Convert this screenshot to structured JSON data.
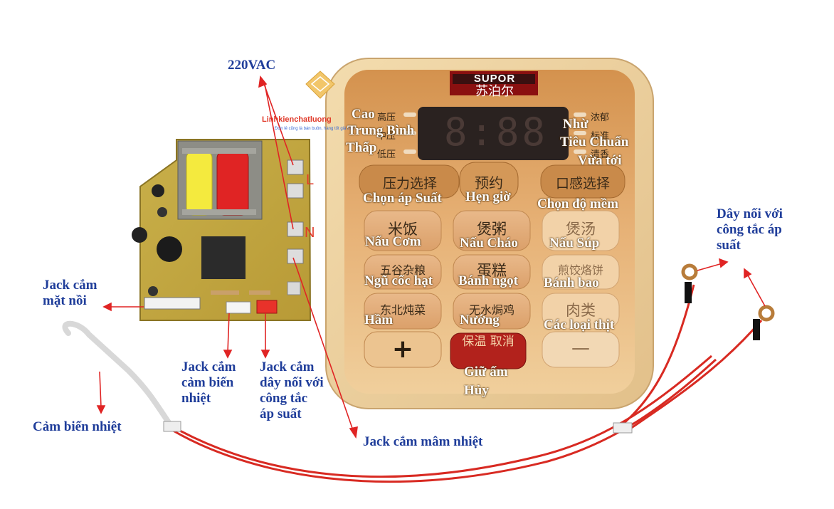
{
  "brand": {
    "logo_latin": "SUPOR",
    "logo_cn": "苏泊尔"
  },
  "watermark": {
    "site": "Linhkienchatluong",
    "tagline": "Đơn lẻ cũng là bán buôn, hàng tốt giá thật"
  },
  "board": {
    "mark_L": "L",
    "mark_N": "N"
  },
  "display": {
    "digits": "8:88"
  },
  "panel_cn": {
    "pressure_high": "高压",
    "pressure_mid": "中压",
    "pressure_low": "低压",
    "taste_thick": "浓郁",
    "taste_standard": "标准",
    "taste_fragrant": "清香",
    "pressure_select": "压力选择",
    "preset": "预约",
    "taste_select": "口感选择",
    "rice": "米饭",
    "porridge": "煲粥",
    "soup": "煲汤",
    "grains": "五谷杂粮",
    "cake": "蛋糕",
    "dumplings": "煎饺烙饼",
    "stew": "东北炖菜",
    "roast": "无水焗鸡",
    "meat": "肉类",
    "plus": "+",
    "keep_warm": "保温 取消",
    "minus": "—"
  },
  "labels": {
    "ac": "220VAC",
    "face_jack": "Jack cắm\nmặt nồi",
    "sensor_jack": "Jack cắm\ncảm biến\nnhiệt",
    "pressure_jack": "Jack cắm\ndây nối với\ncông tắc\náp suất",
    "sensor": "Cảm biến nhiệt",
    "plate_jack": "Jack cắm mâm nhiệt",
    "pressure_wire": "Dây nối với\ncông tắc áp\nsuất",
    "cao": "Cao",
    "trung_binh": "Trung Bình",
    "thap": "Thấp",
    "nhu": "Nhừ",
    "tieu_chuan": "Tiêu Chuẩn",
    "vua_toi": "Vừa tới",
    "chon_ap_suat": "Chọn áp Suất",
    "hen_gio": "Hẹn giờ",
    "chon_do_mem": "Chọn độ mềm",
    "nau_com": "Nấu Cơm",
    "nau_chao": "Nấu Cháo",
    "nau_sup": "Nấu Súp",
    "ngu_coc": "Ngũ cốc hạt",
    "banh_ngot": "Bánh ngọt",
    "banh_bao": "Bánh bao",
    "ham": "Hầm",
    "nuong": "Nướng",
    "cac_loai_thit": "Các loại thịt",
    "giu_am": "Giữ ấm",
    "huy": "Hủy"
  }
}
